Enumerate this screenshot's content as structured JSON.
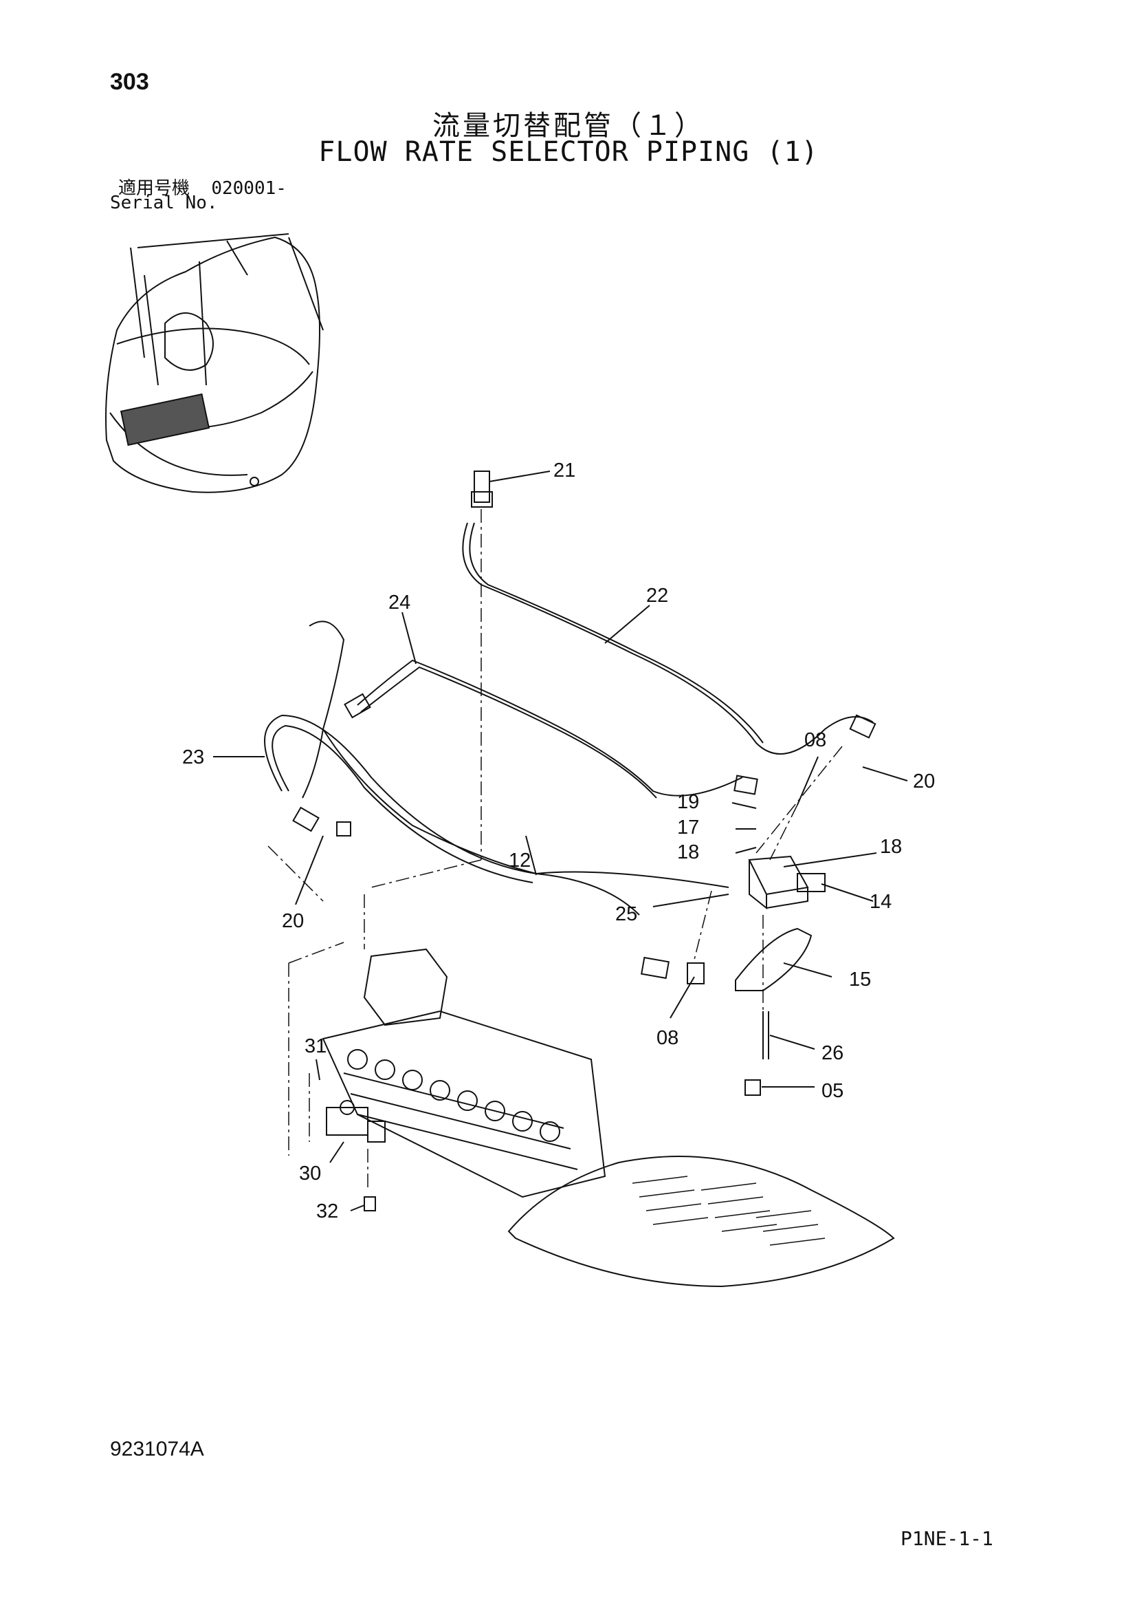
{
  "header": {
    "page_number": "303",
    "title_jp": "流量切替配管（１）",
    "title_en": "FLOW RATE SELECTOR PIPING (1)",
    "serial_label_jp": "適用号機",
    "serial_value": "020001-",
    "serial_label_en": "Serial No."
  },
  "part_callouts": [
    "21",
    "22",
    "24",
    "23",
    "08",
    "20",
    "19",
    "17",
    "18",
    "12",
    "18",
    "14",
    "20",
    "25",
    "15",
    "08",
    "26",
    "31",
    "05",
    "30",
    "32"
  ],
  "footer": {
    "document_code": "9231074A",
    "page_code": "P1NE-1-1"
  }
}
